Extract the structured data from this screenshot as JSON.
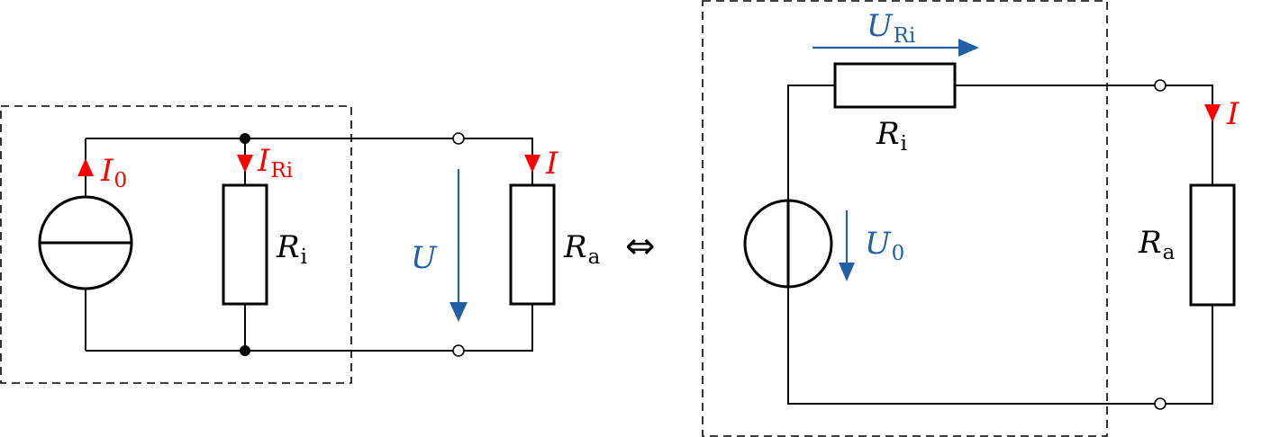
{
  "colors": {
    "current": "#ff0000",
    "voltage": "#2160a3",
    "line": "#000000"
  },
  "left_circuit": {
    "source_current": {
      "symbol": "I",
      "subscript": "0"
    },
    "resistor_current": {
      "symbol": "I",
      "subscript": "Ri"
    },
    "internal_resistor": {
      "symbol": "R",
      "subscript": "i"
    },
    "terminal_voltage": {
      "symbol": "U"
    },
    "load_current": {
      "symbol": "I"
    },
    "load_resistor": {
      "symbol": "R",
      "subscript": "a"
    }
  },
  "equivalence_symbol": "⇔",
  "right_circuit": {
    "resistor_voltage": {
      "symbol": "U",
      "subscript": "Ri"
    },
    "internal_resistor": {
      "symbol": "R",
      "subscript": "i"
    },
    "source_voltage": {
      "symbol": "U",
      "subscript": "0"
    },
    "load_current": {
      "symbol": "I"
    },
    "load_resistor": {
      "symbol": "R",
      "subscript": "a"
    }
  }
}
